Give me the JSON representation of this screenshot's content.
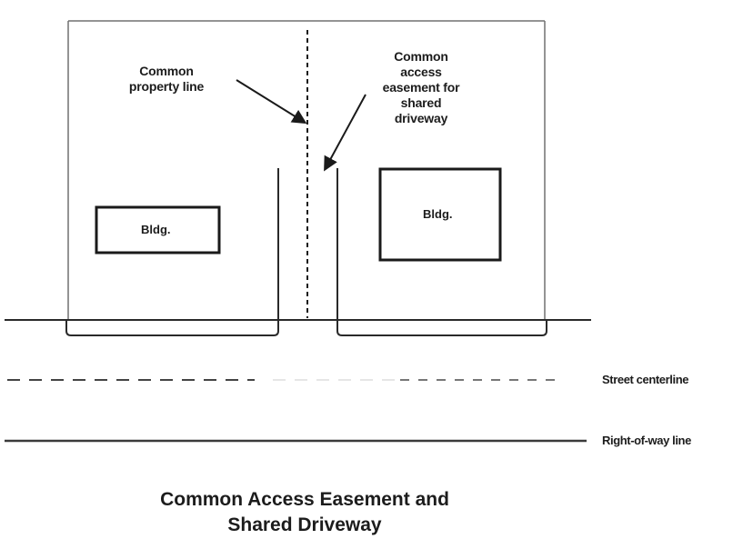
{
  "diagram": {
    "title_line1": "Common Access Easement and",
    "title_line2": "Shared Driveway",
    "callouts": {
      "property_line": {
        "line1": "Common",
        "line2": "property line"
      },
      "easement": {
        "line1": "Common",
        "line2": "access",
        "line3": "easement for",
        "line4": "shared",
        "line5": "driveway"
      }
    },
    "buildings": {
      "left": "Bldg.",
      "right": "Bldg."
    },
    "legend": {
      "street_centerline": "Street centerline",
      "right_of_way": "Right-of-way line"
    },
    "colors": {
      "ink": "#1c1c1c",
      "lot_line": "#6e6e6e"
    }
  }
}
